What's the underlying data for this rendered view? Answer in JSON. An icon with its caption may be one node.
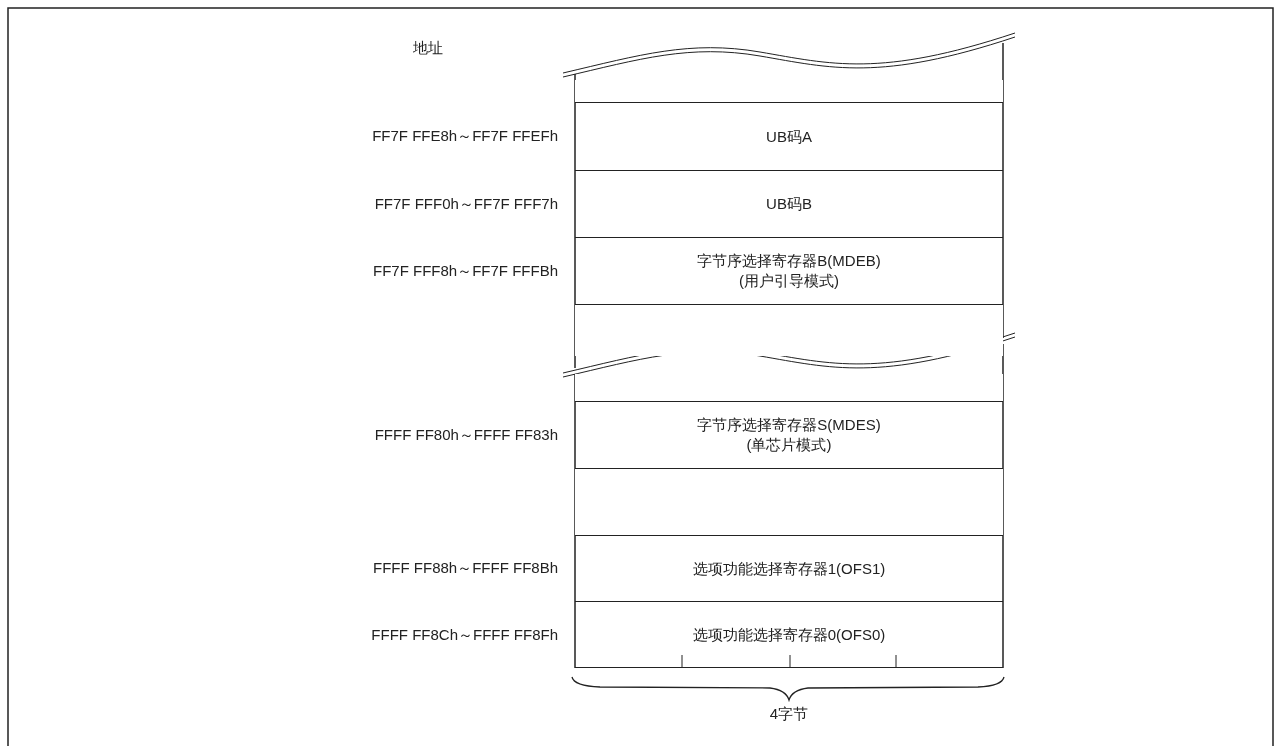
{
  "diagram": {
    "nodes": [
      {
        "text": [],
        "shape": "box"
      },
      {
        "text": [
          "UB码A"
        ],
        "beside": [
          "FF7F FFE8h～FF7F FFEFh"
        ]
      },
      {
        "text": [
          "UB码B"
        ],
        "beside": [
          "FF7F FFF0h～FF7F FFF7h"
        ]
      },
      {
        "text": [
          "字节序选择寄存器B(MDEB)",
          "(用户引导模式)"
        ],
        "beside": [
          "FF7F FFF8h～FF7F FFFBh"
        ]
      },
      {
        "text": [],
        "shape": "box"
      },
      {
        "text": [],
        "shape": "box"
      },
      {
        "text": [
          "字节序选择寄存器S(MDES)",
          "(单芯片模式)"
        ],
        "beside": [
          "FFFF FF80h～FFFF FF83h"
        ]
      },
      {
        "text": [],
        "shape": "box"
      },
      {
        "text": [
          "选项功能选择寄存器1(OFS1)"
        ],
        "beside": [
          "FFFF FF88h～FFFF FF8Bh"
        ]
      },
      {
        "text": [
          "选项功能选择寄存器0(OFS0)"
        ],
        "beside": [
          "FFFF FF8Ch～FFFF FF8Fh"
        ]
      }
    ],
    "labels": [
      "地址",
      "4字节"
    ]
  }
}
